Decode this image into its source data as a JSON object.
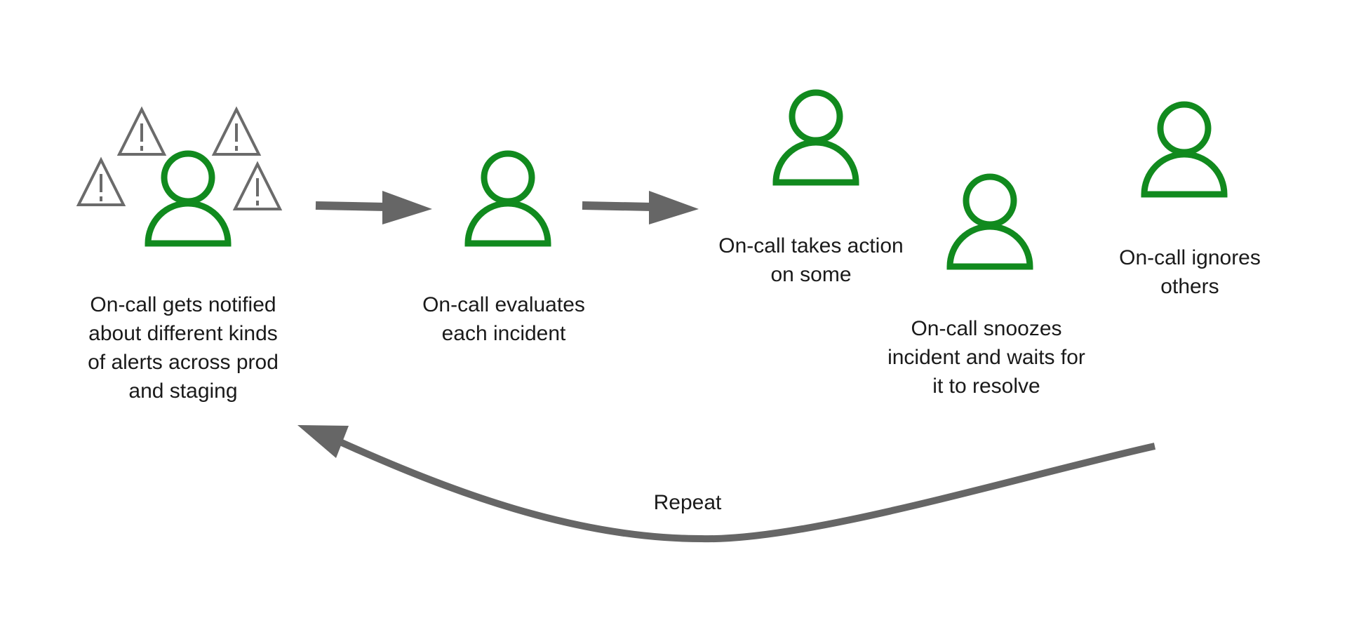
{
  "colors": {
    "person": "#118a1e",
    "arrow": "#666666",
    "warning": "#6b6b6b",
    "text": "#1a1a1a",
    "background": "#ffffff"
  },
  "icons": {
    "person": "person-icon",
    "warning": "warning-triangle-icon"
  },
  "steps": [
    {
      "id": "notified",
      "lines": [
        "On-call gets notified",
        "about different kinds",
        "of alerts across prod",
        "and staging"
      ]
    },
    {
      "id": "evaluates",
      "lines": [
        "On-call evaluates",
        "each incident"
      ]
    },
    {
      "id": "takes-action",
      "lines": [
        "On-call takes action",
        "on some"
      ]
    },
    {
      "id": "snoozes",
      "lines": [
        "On-call snoozes",
        "incident and waits for",
        "it to resolve"
      ]
    },
    {
      "id": "ignores",
      "lines": [
        "On-call ignores",
        "others"
      ]
    }
  ],
  "loop": {
    "label": "Repeat"
  }
}
